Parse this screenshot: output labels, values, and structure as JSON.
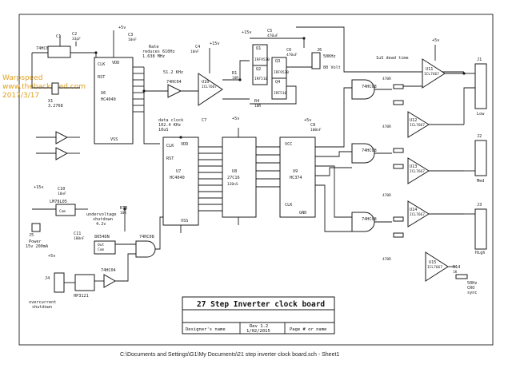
{
  "watermark": {
    "line1": "Warpspeed",
    "line2": "www.thebackshed.com",
    "line3": "2017/3/17"
  },
  "title_block": {
    "title": "27 Step Inverter clock board",
    "designer_label": "Designer's name",
    "rev": "Rev 1.2",
    "date": "1/02/2015",
    "page": "Page # or name"
  },
  "file_path": "C:\\Documents and Settings\\G1\\My Documents\\21 step inverter clock board.sch - Sheet1",
  "ics": {
    "u6": {
      "ref": "U6",
      "part": "HC4040",
      "pins": [
        "CLK",
        "RST",
        "VDD",
        "VSS"
      ]
    },
    "u7": {
      "ref": "U7",
      "part": "HC4040",
      "pins": [
        "CLK",
        "RST",
        "VDD",
        "VSS"
      ]
    },
    "u8": {
      "ref": "U8",
      "part": "27C16",
      "sub": "120nS"
    },
    "u9": {
      "ref": "U9",
      "part": "HC374",
      "pins": [
        "VCC",
        "CLK",
        "GND"
      ]
    },
    "u10": {
      "ref": "U10",
      "part": "ICL7667"
    },
    "u11": {
      "ref": "U11",
      "part": "ICL7667"
    },
    "u12": {
      "ref": "U12",
      "part": "ICL7667"
    },
    "u13": {
      "ref": "U13",
      "part": "ICL7667"
    },
    "u14": {
      "ref": "U14",
      "part": "ICL7667"
    },
    "u15": {
      "ref": "U15",
      "part": "ICL7667"
    }
  },
  "labels": {
    "u1": "74HC04",
    "c1": "C1",
    "c2": "C2",
    "c2v": "33pF",
    "x1": "X1",
    "x1v": "3.2768",
    "c3": "C3",
    "c3v": "10nF",
    "plus5_a": "+5v",
    "rate": "Rate",
    "rate2": "reduces 610Hz",
    "rate3": "1.638 MHz",
    "freq51": "51.2 KHz",
    "u2": "74HC04",
    "c4": "C4",
    "c4v": "10nF",
    "c5": "C5",
    "c5v": "470uF",
    "c6": "C6",
    "c6v": "470uF",
    "plus15": "+15v",
    "q1": "Q1",
    "q1p": "IRF9530",
    "q2": "Q2",
    "q2p": "IRF510",
    "q3": "Q3",
    "q3p": "IRF9530",
    "q4": "Q4",
    "q4p": "IRF510",
    "khz50": "50KHz",
    "volts": "80 Volt",
    "j6": "J6",
    "r1": "R1",
    "r1v": "10R",
    "r4": "R4",
    "r4v": "10R",
    "data_clock": "data clock",
    "data_clock2": "102.4 KHz",
    "data_clock3": "10uS",
    "c7": "C7",
    "c8": "C8",
    "c8v": "100nF",
    "dead_time": "1uS dead time",
    "u3": "74HC08",
    "u4": "74HC08",
    "u5": "74HC08",
    "j1": "J1",
    "j2": "J2",
    "j3": "J3",
    "low": "Low",
    "med": "Med",
    "high": "High",
    "c10": "C10",
    "c10v": "10nF",
    "lm78l05": "LM78L05",
    "j5": "J5",
    "power": "Power",
    "power2": "15v 200mA",
    "c11": "C11",
    "c11v": "100nF",
    "undervolt": "undervoltage",
    "undervolt2": "shutdown",
    "undervolt3": "4.2v",
    "r10": "R10",
    "r10v": "10K",
    "u4b": "8054DN",
    "com": "Com",
    "out": "Out",
    "j4": "J4",
    "overcurrent": "overcurrent",
    "overcurrent2": "shutdown",
    "hp": "HP3121",
    "r14": "R14",
    "r14v": "1K",
    "sync": "50Hz",
    "sync2": "CRO",
    "sync3": "sync",
    "r470": "470R"
  },
  "colors": {
    "ink": "#1a1a1a",
    "paper": "#ffffff",
    "watermark": "#e0a020"
  }
}
